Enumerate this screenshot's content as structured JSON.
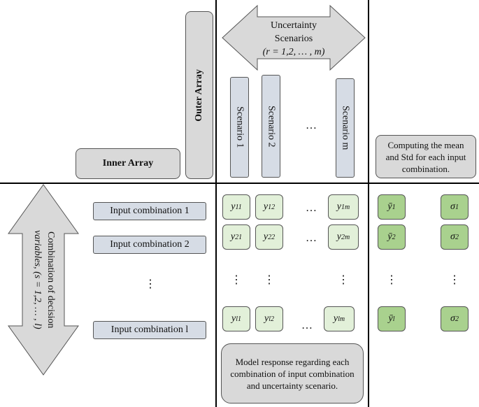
{
  "labels": {
    "inner_array": "Inner Array",
    "outer_array": "Outer Array",
    "uncertainty_title": "Uncertainty Scenarios",
    "uncertainty_range": "(r = 1,2, … , m)",
    "decision_title": "Combination of decision",
    "decision_range": "variables, (s = 1,2, … , l)",
    "computing_note": "Computing the mean and Std for each input combination.",
    "model_response_note": "Model response regarding each combination of input combination and uncertainty scenario."
  },
  "scenarios": [
    "Scenario 1",
    "Scenario 2",
    "…",
    "Scenario m"
  ],
  "inputs": [
    "Input combination 1",
    "Input combination 2",
    "⋮",
    "Input combination l"
  ],
  "rows": [
    {
      "cells": [
        "y",
        "y",
        "…",
        "y"
      ],
      "subs": [
        "11",
        "12",
        "",
        "1m"
      ],
      "mean": "ȳ",
      "mean_sub": "1",
      "std": "σ",
      "std_sub": "1"
    },
    {
      "cells": [
        "y",
        "y",
        "…",
        "y"
      ],
      "subs": [
        "21",
        "22",
        "",
        "2m"
      ],
      "mean": "ȳ",
      "mean_sub": "2",
      "std": "σ",
      "std_sub": "2"
    },
    {
      "cells": [
        "⋮",
        "⋮",
        "",
        "⋮"
      ],
      "subs": [
        "",
        "",
        "",
        ""
      ],
      "mean": "⋮",
      "mean_sub": "",
      "std": "⋮",
      "std_sub": ""
    },
    {
      "cells": [
        "y",
        "y",
        "…",
        "y"
      ],
      "subs": [
        "l1",
        "l2",
        "",
        "lm"
      ],
      "mean": "ȳ",
      "mean_sub": "l",
      "std": "σ",
      "std_sub": "2"
    }
  ],
  "colors": {
    "gray": "#d9d9d9",
    "blue": "#d6dce5",
    "light_green": "#e2f0d9",
    "dark_green": "#a9d18e"
  }
}
